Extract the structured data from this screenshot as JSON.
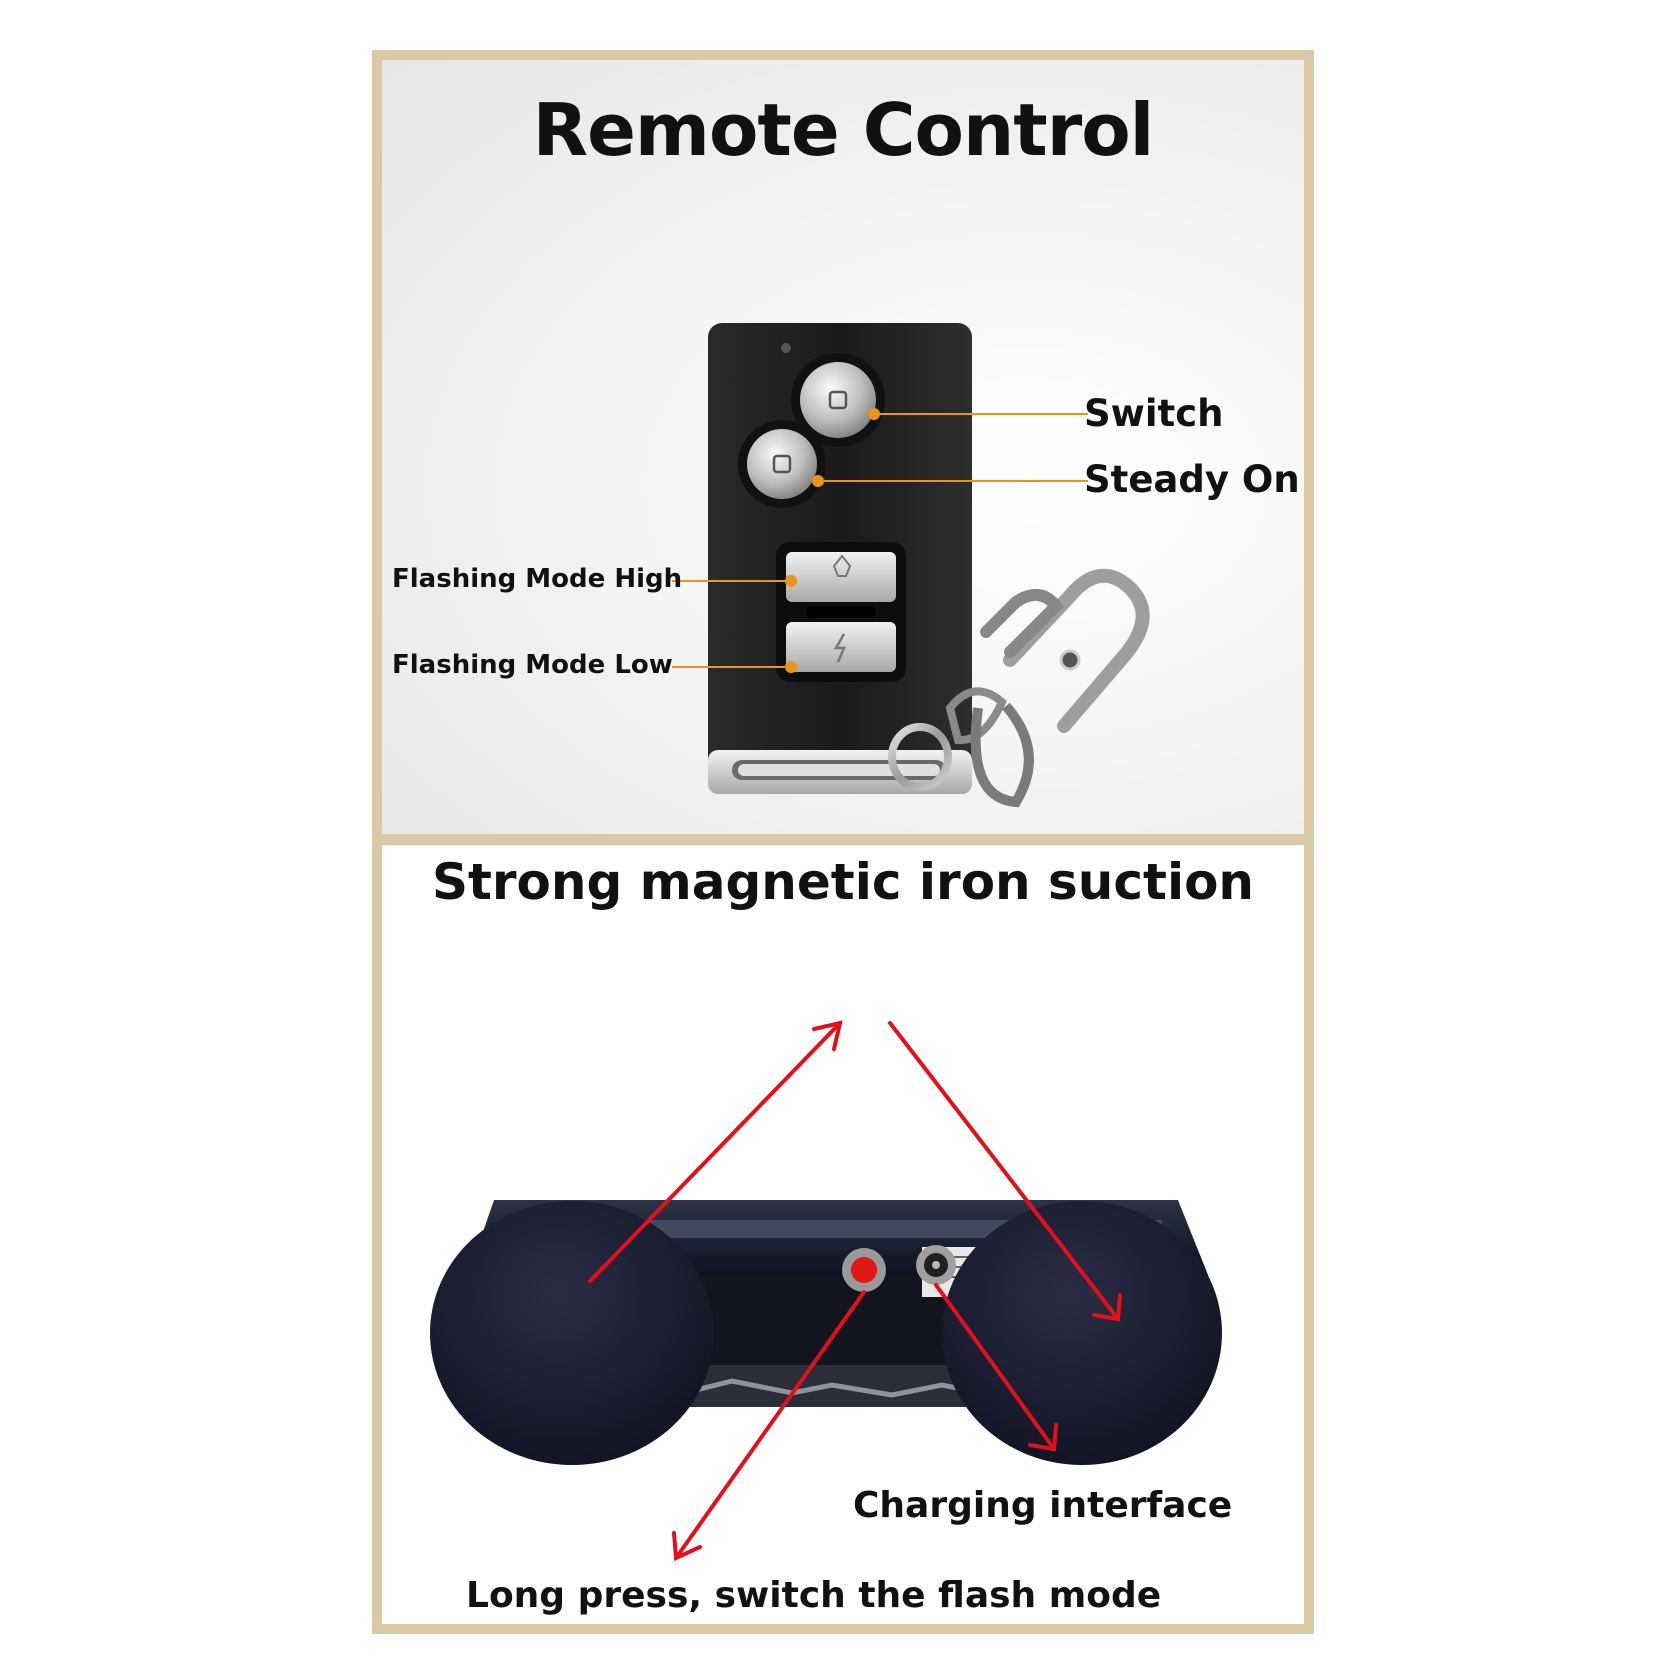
{
  "top": {
    "title": "Remote Control",
    "callouts": {
      "switch": "Switch",
      "steady_on": "Steady On",
      "flash_high": "Flashing Mode High",
      "flash_low": "Flashing Mode Low"
    }
  },
  "bottom": {
    "title": "Strong magnetic iron suction",
    "callouts": {
      "charging": "Charging interface",
      "long_press": "Long press, switch the flash mode"
    }
  },
  "colors": {
    "frame": "#d9c9a4",
    "leader_dot": "#e8951a",
    "arrow": "#e3101b"
  }
}
